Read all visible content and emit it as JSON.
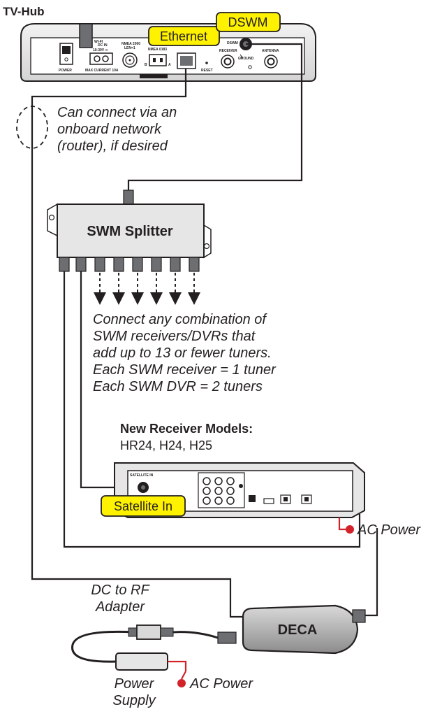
{
  "title": "TV-Hub",
  "tv_hub": {
    "callout_ethernet": "Ethernet",
    "callout_dswm": "DSWM",
    "panel_labels": {
      "wifi": "WI-FI",
      "power": "POWER",
      "dc_in": "DC IN",
      "dc_range": "10-30V ⎓",
      "max_current": "MAX CURRENT 10A",
      "nmea2000": "NMEA 2000",
      "len": "LEN=1",
      "nmea0183": "NMEA 0183",
      "pin_b": "B",
      "pin_a": "A",
      "reset": "RESET",
      "dswm": "DSWM",
      "receiver": "RECEIVER",
      "ground": "GROUND",
      "antenna": "ANTENNA"
    }
  },
  "note_router": "Can connect via an\nonboard network\n(router), if desired",
  "splitter_label": "SWM Splitter",
  "note_combination": "Connect any combination of\nSWM receivers/DVRs that\nadd up to 13 or fewer tuners.\nEach SWM receiver = 1 tuner\nEach SWM DVR = 2 tuners",
  "receiver_models": {
    "heading": "New Receiver Models:",
    "models": "HR24, H24, H25"
  },
  "callout_satellite_in": "Satellite In",
  "ac_power_receiver": "AC Power",
  "dc_rf_adapter": "DC to RF\nAdapter",
  "deca_label": "DECA",
  "power_supply": "Power\nSupply",
  "ac_power_supply": "AC Power",
  "colors": {
    "callout_fill": "#fff200",
    "ac_dot": "#d2232a",
    "device_fill": "#e6e6e6",
    "line": "#231f20"
  }
}
